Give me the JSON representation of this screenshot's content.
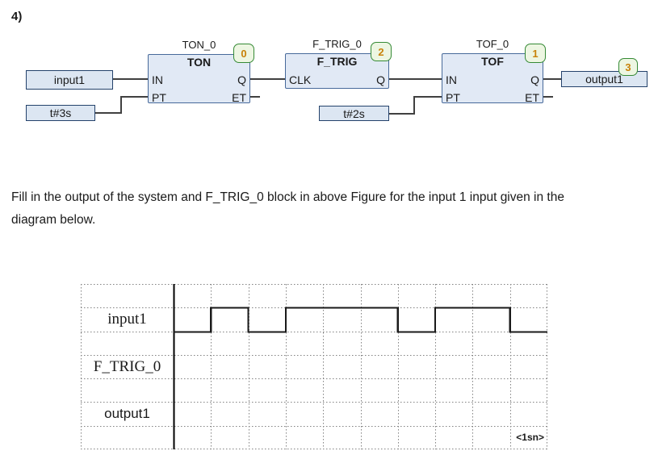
{
  "page": {
    "question_number": "4)"
  },
  "fbd": {
    "blocks": [
      {
        "instance": "TON_0",
        "type": "TON",
        "badge": "0",
        "left_pins": [
          "IN",
          "PT"
        ],
        "right_pins": [
          "Q",
          "ET"
        ]
      },
      {
        "instance": "F_TRIG_0",
        "type": "F_TRIG",
        "badge": "2",
        "left_pins": [
          "CLK"
        ],
        "right_pins": [
          "Q"
        ]
      },
      {
        "instance": "TOF_0",
        "type": "TOF",
        "badge": "1",
        "left_pins": [
          "IN",
          "PT"
        ],
        "right_pins": [
          "Q",
          "ET"
        ]
      }
    ],
    "inputs": [
      {
        "label": "input1"
      },
      {
        "label": "t#3s"
      },
      {
        "label": "t#2s"
      }
    ],
    "output": {
      "label": "output1",
      "badge": "3"
    }
  },
  "question": {
    "line1": "Fill in the output of the system and F_TRIG_0 block in above Figure for the input 1 input given in the",
    "line2": "diagram below."
  },
  "timing": {
    "row_labels": [
      {
        "label": "input1"
      },
      {
        "label": "F_TRIG_0"
      },
      {
        "label": "output1"
      }
    ],
    "scale_note": "<1sn>",
    "columns": 10,
    "rows": 7,
    "input1_levels": [
      0,
      1,
      0,
      1,
      1,
      1,
      0,
      1,
      1,
      0
    ],
    "colors": {
      "grid": "#828282",
      "waveform": "#1a1a1a",
      "axis": "#000000",
      "box_fill": "#dce6f2",
      "block_fill": "#e1e9f5",
      "badge_border": "#358a35",
      "badge_fill": "#edf6e2",
      "badge_digit": "#c8820a"
    }
  }
}
